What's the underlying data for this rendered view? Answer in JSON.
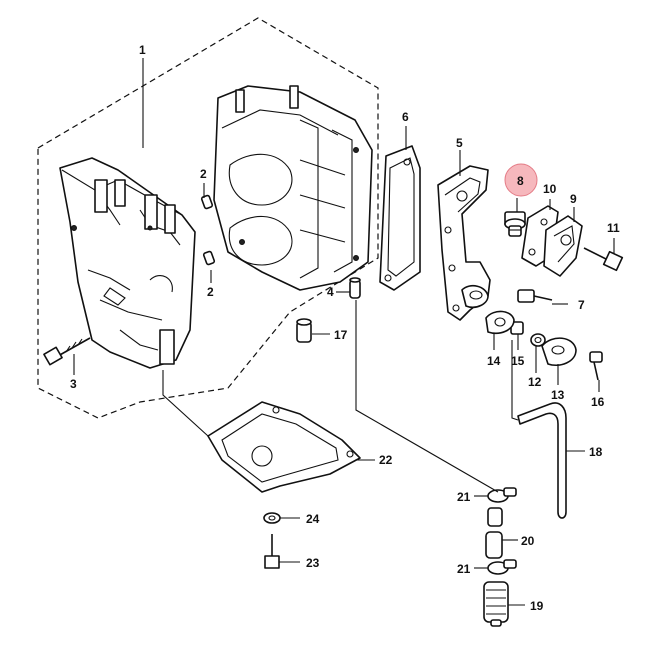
{
  "callouts": {
    "c1": "1",
    "c2a": "2",
    "c2b": "2",
    "c3": "3",
    "c4": "4",
    "c5": "5",
    "c6": "6",
    "c7": "7",
    "c8": "8",
    "c9": "9",
    "c10": "10",
    "c11": "11",
    "c12": "12",
    "c13": "13",
    "c14": "14",
    "c15": "15",
    "c16": "16",
    "c17": "17",
    "c18": "18",
    "c19": "19",
    "c20": "20",
    "c21a": "21",
    "c21b": "21",
    "c22": "22",
    "c23": "23",
    "c24": "24"
  },
  "highlight": {
    "callout": "8",
    "color": "#f6b8bd"
  }
}
